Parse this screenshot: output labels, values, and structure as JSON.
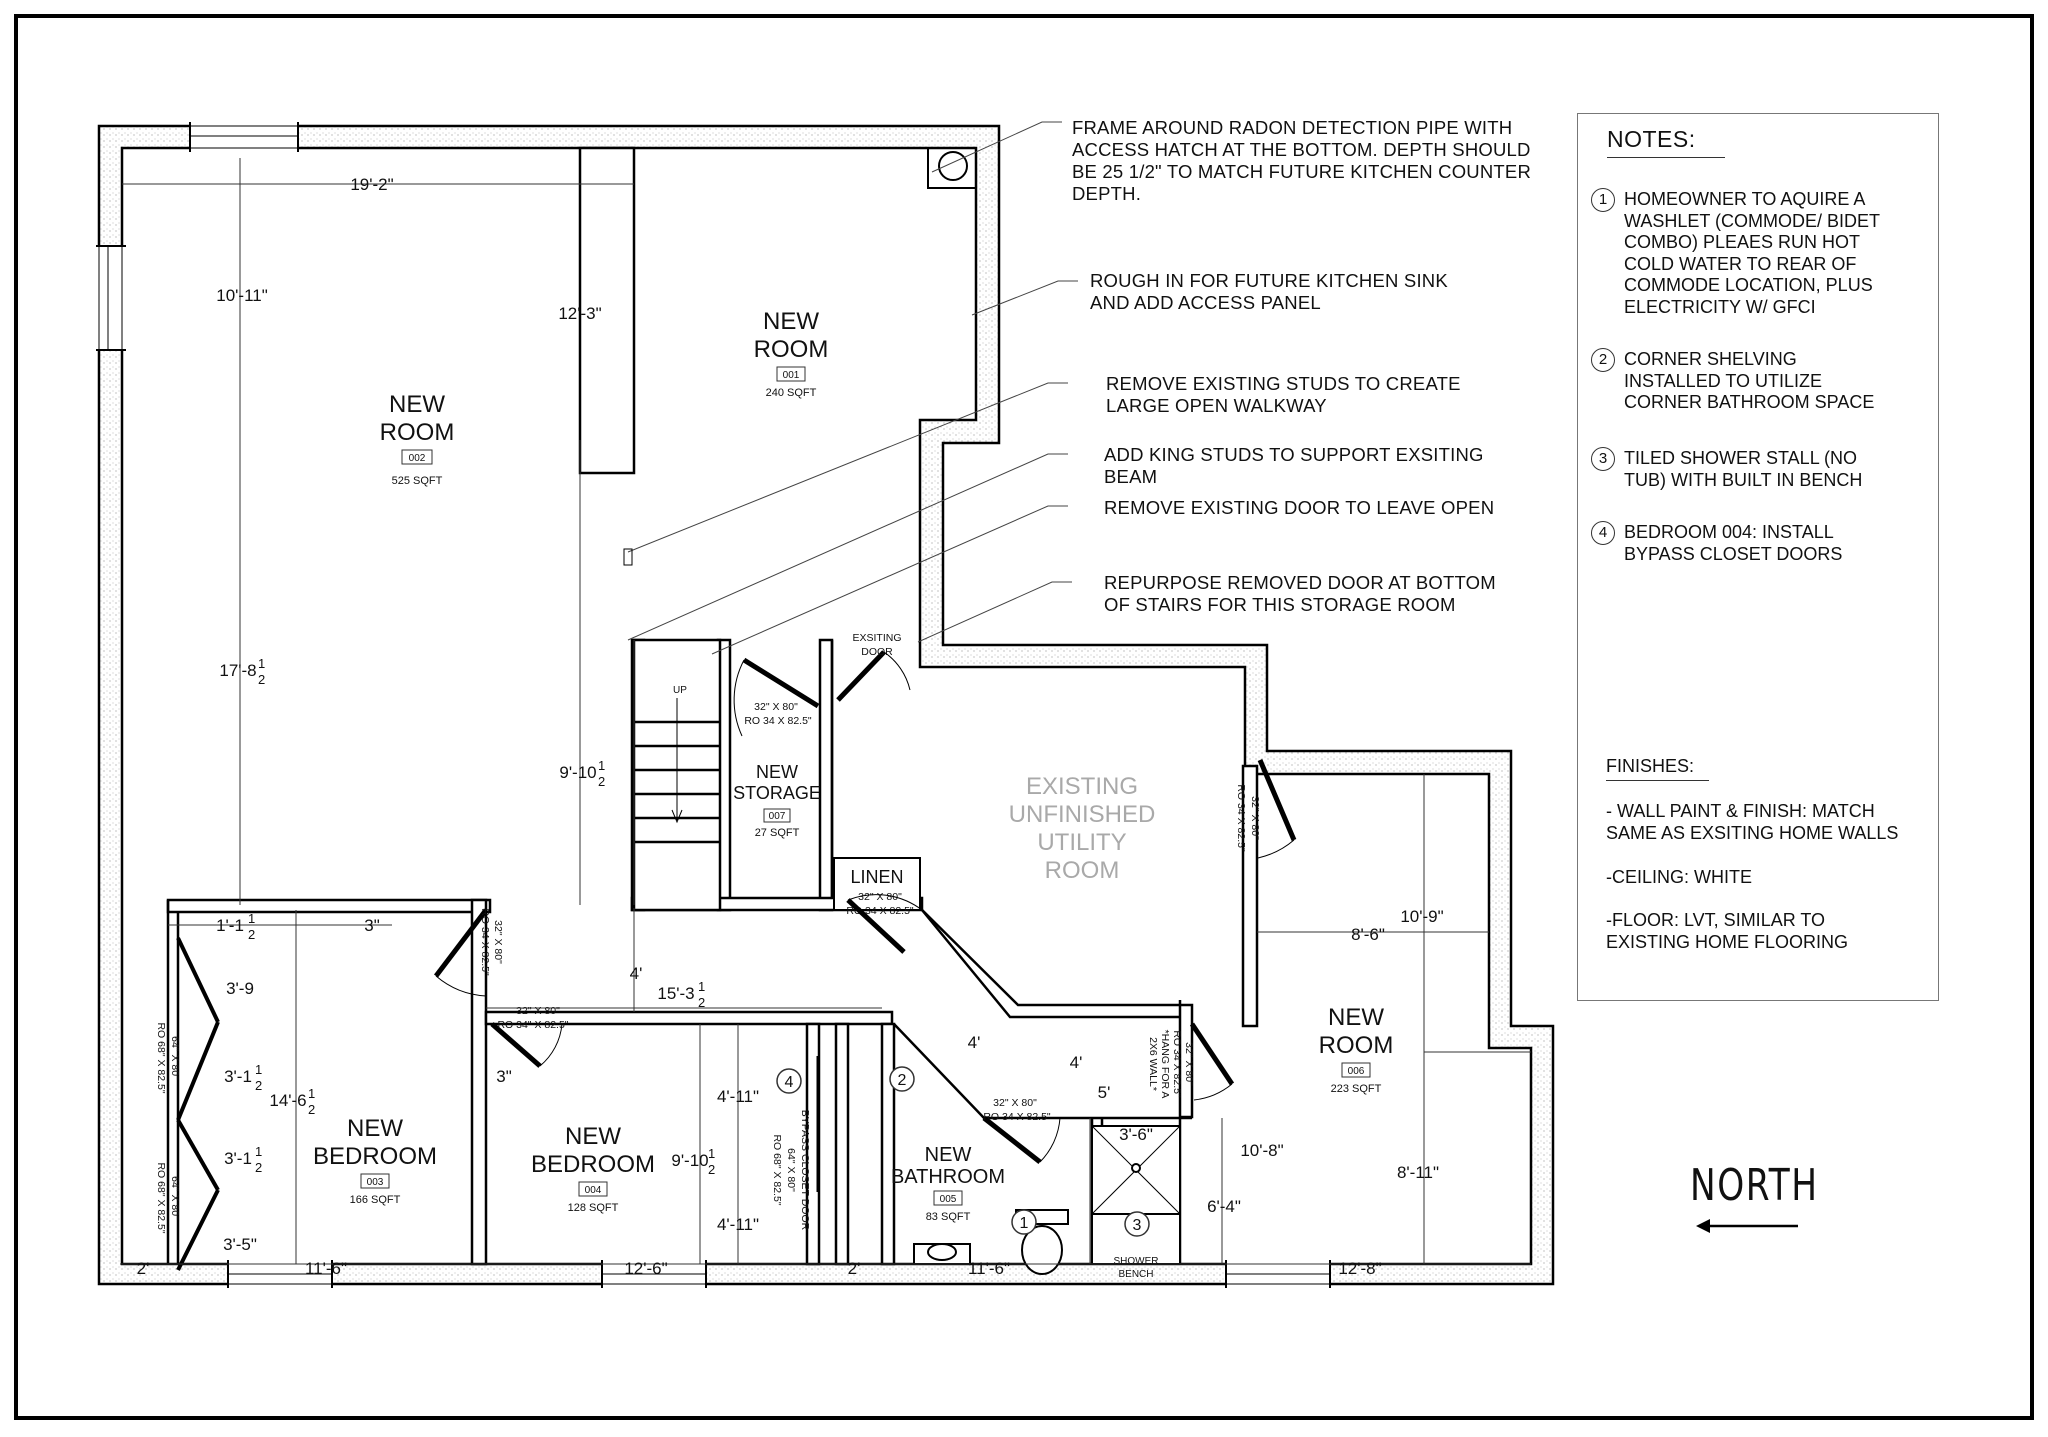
{
  "callouts": [
    [
      "FRAME AROUND RADON DETECTION PIPE WITH",
      "ACCESS HATCH AT THE BOTTOM. DEPTH SHOULD",
      "BE 25 1/2\" TO MATCH FUTURE KITCHEN COUNTER",
      "DEPTH."
    ],
    [
      "ROUGH IN FOR FUTURE KITCHEN SINK",
      "AND ADD ACCESS PANEL"
    ],
    [
      "REMOVE EXISTING STUDS TO CREATE",
      "LARGE  OPEN WALKWAY"
    ],
    [
      "ADD KING STUDS TO SUPPORT EXSITING",
      "BEAM"
    ],
    [
      "REMOVE EXISTING DOOR TO LEAVE OPEN"
    ],
    [
      "REPURPOSE REMOVED DOOR AT BOTTOM",
      "OF STAIRS FOR THIS STORAGE ROOM"
    ]
  ],
  "notes": {
    "title": "NOTES:",
    "items": [
      {
        "num": "1",
        "lines": [
          "HOMEOWNER TO AQUIRE A",
          "WASHLET (COMMODE/ BIDET",
          "COMBO) PLEAES RUN HOT",
          "COLD WATER TO REAR OF",
          "COMMODE LOCATION, PLUS",
          "ELECTRICITY W/ GFCI"
        ]
      },
      {
        "num": "2",
        "lines": [
          "CORNER SHELVING",
          "INSTALLED TO UTILIZE",
          "CORNER BATHROOM SPACE"
        ]
      },
      {
        "num": "3",
        "lines": [
          "TILED SHOWER STALL (NO",
          "TUB) WITH BUILT IN BENCH"
        ]
      },
      {
        "num": "4",
        "lines": [
          "BEDROOM 004: INSTALL",
          "BYPASS CLOSET DOORS"
        ]
      }
    ],
    "finishes_title": "FINISHES:",
    "finishes": [
      [
        "- WALL PAINT & FINISH: MATCH",
        "SAME AS EXSITING HOME WALLS"
      ],
      [
        "-CEILING: WHITE"
      ],
      [
        "-FLOOR: LVT, SIMILAR TO",
        "EXISTING HOME FLOORING"
      ]
    ]
  },
  "north": "NORTH",
  "rooms": [
    {
      "id": "001",
      "name": [
        "NEW",
        "ROOM"
      ],
      "area": "240 SQFT"
    },
    {
      "id": "002",
      "name": [
        "NEW",
        "ROOM"
      ],
      "area": "525 SQFT"
    },
    {
      "id": "003",
      "name": [
        "NEW",
        "BEDROOM"
      ],
      "area": "166 SQFT"
    },
    {
      "id": "004",
      "name": [
        "NEW",
        "BEDROOM"
      ],
      "area": "128 SQFT"
    },
    {
      "id": "005",
      "name": [
        "NEW",
        "BATHROOM"
      ],
      "area": "83 SQFT"
    },
    {
      "id": "006",
      "name": [
        "NEW",
        "ROOM"
      ],
      "area": "223 SQFT"
    },
    {
      "id": "007",
      "name": [
        "NEW",
        "STORAGE"
      ],
      "area": "27 SQFT"
    }
  ],
  "utility_room": [
    "EXISTING",
    "UNFINISHED",
    "UTILITY",
    "ROOM"
  ],
  "linen": {
    "name": "LINEN",
    "door": [
      "32\" X 80\"",
      "RO 34 X 82.5\""
    ]
  },
  "small_labels": {
    "existing_door": [
      "EXSITING",
      "DOOR"
    ],
    "up": "UP",
    "storage_door": [
      "32\" X 80\"",
      "RO 34 X 82.5\""
    ],
    "bed3_closet_door": [
      "64\" X 80\"",
      "RO 68\" X 82.5\""
    ],
    "bed3_door": [
      "32\" X 80\"",
      "RO 34 X 82.5\""
    ],
    "bed4_door": [
      "32\" X 80\"",
      "RO 34\" X 82.5\""
    ],
    "bed4_closet": [
      "BYPASS CLOSET DOOR",
      "64\" X 80\"",
      "RO 68\" X 82.5\""
    ],
    "bath_door": [
      "32\" X 80\"",
      "RO 34 X 82.5\""
    ],
    "utility_door": [
      "32\" X 80\"",
      "RO 34 X 82.5\""
    ],
    "room6_door": [
      "32\" X 80\"",
      "RO 34 X 82.5\"",
      "*HANG FOR A",
      "2X6 WALL*"
    ],
    "shower_bench": [
      "SHOWER",
      "BENCH"
    ]
  },
  "dimensions": {
    "d_19_2": "19'-2\"",
    "d_10_11": "10'-11\"",
    "d_12_3": "12'-3\"",
    "d_17_8": "17'-8",
    "d_9_10a": "9'-10",
    "d_1_1": "1'-1",
    "d_3a": "3\"",
    "d_3_9": "3'-9",
    "d_14_6": "14'-6",
    "d_3_1a": "3'-1",
    "d_3_1b": "3'-1",
    "d_3_5": "3'-5\"",
    "d_2a": "2'",
    "d_11_6a": "11'-6\"",
    "d_3b": "3\"",
    "d_4a": "4'",
    "d_15_3": "15'-3",
    "d_4_11a": "4'-11\"",
    "d_4_11b": "4'-11\"",
    "d_9_10b": "9'-10",
    "d_12_6": "12'-6\"",
    "d_2b": "2'",
    "d_11_6b": "11'-6\"",
    "d_4b": "4'",
    "d_4c": "4'",
    "d_5": "5'",
    "d_3_6": "3'-6\"",
    "d_10_8": "10'-8\"",
    "d_6_4": "6'-4\"",
    "d_8_6": "8'-6\"",
    "d_10_9": "10'-9\"",
    "d_8_11": "8'-11\"",
    "d_12_8": "12'-8\"",
    "half": "1",
    "half_den": "2",
    "half_sfx": "\""
  }
}
